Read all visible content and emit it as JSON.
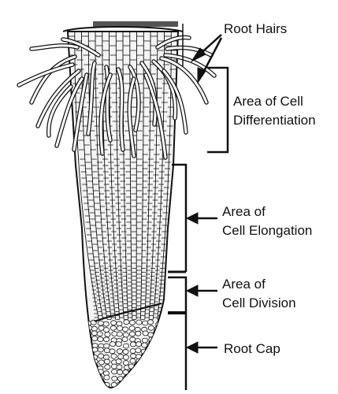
{
  "diagram": {
    "labels": {
      "root_hairs": "Root Hairs",
      "differentiation_line1": "Area of Cell",
      "differentiation_line2": "Differentiation",
      "elongation_line1": "Area of",
      "elongation_line2": "Cell Elongation",
      "division_line1": "Area of",
      "division_line2": "Cell Division",
      "root_cap": "Root Cap"
    },
    "colors": {
      "ink": "#111111",
      "background": "#ffffff",
      "tissue": "#f2f2f2"
    }
  }
}
